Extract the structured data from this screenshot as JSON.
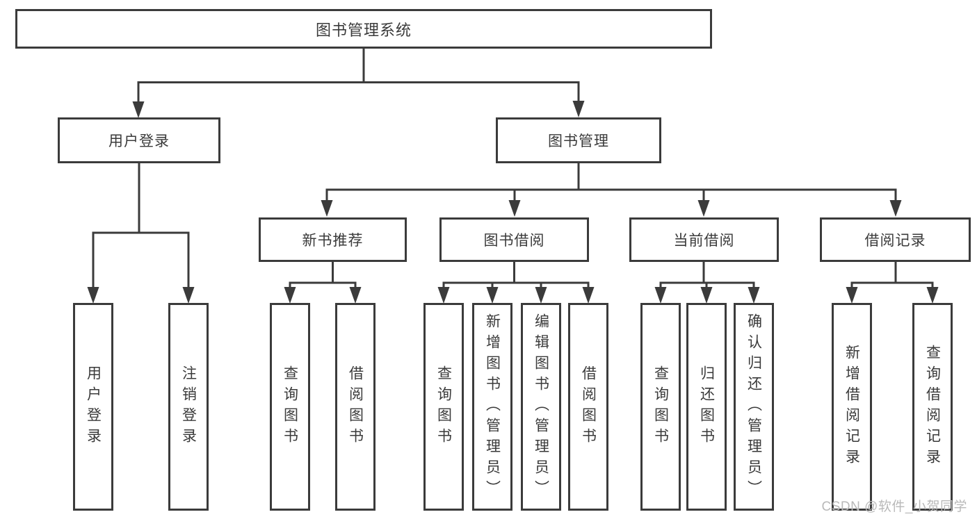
{
  "tree": {
    "root": "图书管理系统",
    "children": [
      {
        "label": "用户登录",
        "children": [
          "用户登录",
          "注销登录"
        ]
      },
      {
        "label": "图书管理",
        "children": [
          {
            "label": "新书推荐",
            "children": [
              "查询图书",
              "借阅图书"
            ]
          },
          {
            "label": "图书借阅",
            "children": [
              "查询图书",
              "新增图书（管理员）",
              "编辑图书（管理员）",
              "借阅图书"
            ]
          },
          {
            "label": "当前借阅",
            "children": [
              "查询图书",
              "归还图书",
              "确认归还（管理员）"
            ]
          },
          {
            "label": "借阅记录",
            "children": [
              "新增借阅记录",
              "查询借阅记录"
            ]
          }
        ]
      }
    ]
  },
  "watermark": {
    "text": "CSDN @软件_小贺同学"
  },
  "colors": {
    "line": "#3b3b3b",
    "text": "#3a3a3a",
    "watermark": "#b9b9b9",
    "background": "#ffffff"
  }
}
